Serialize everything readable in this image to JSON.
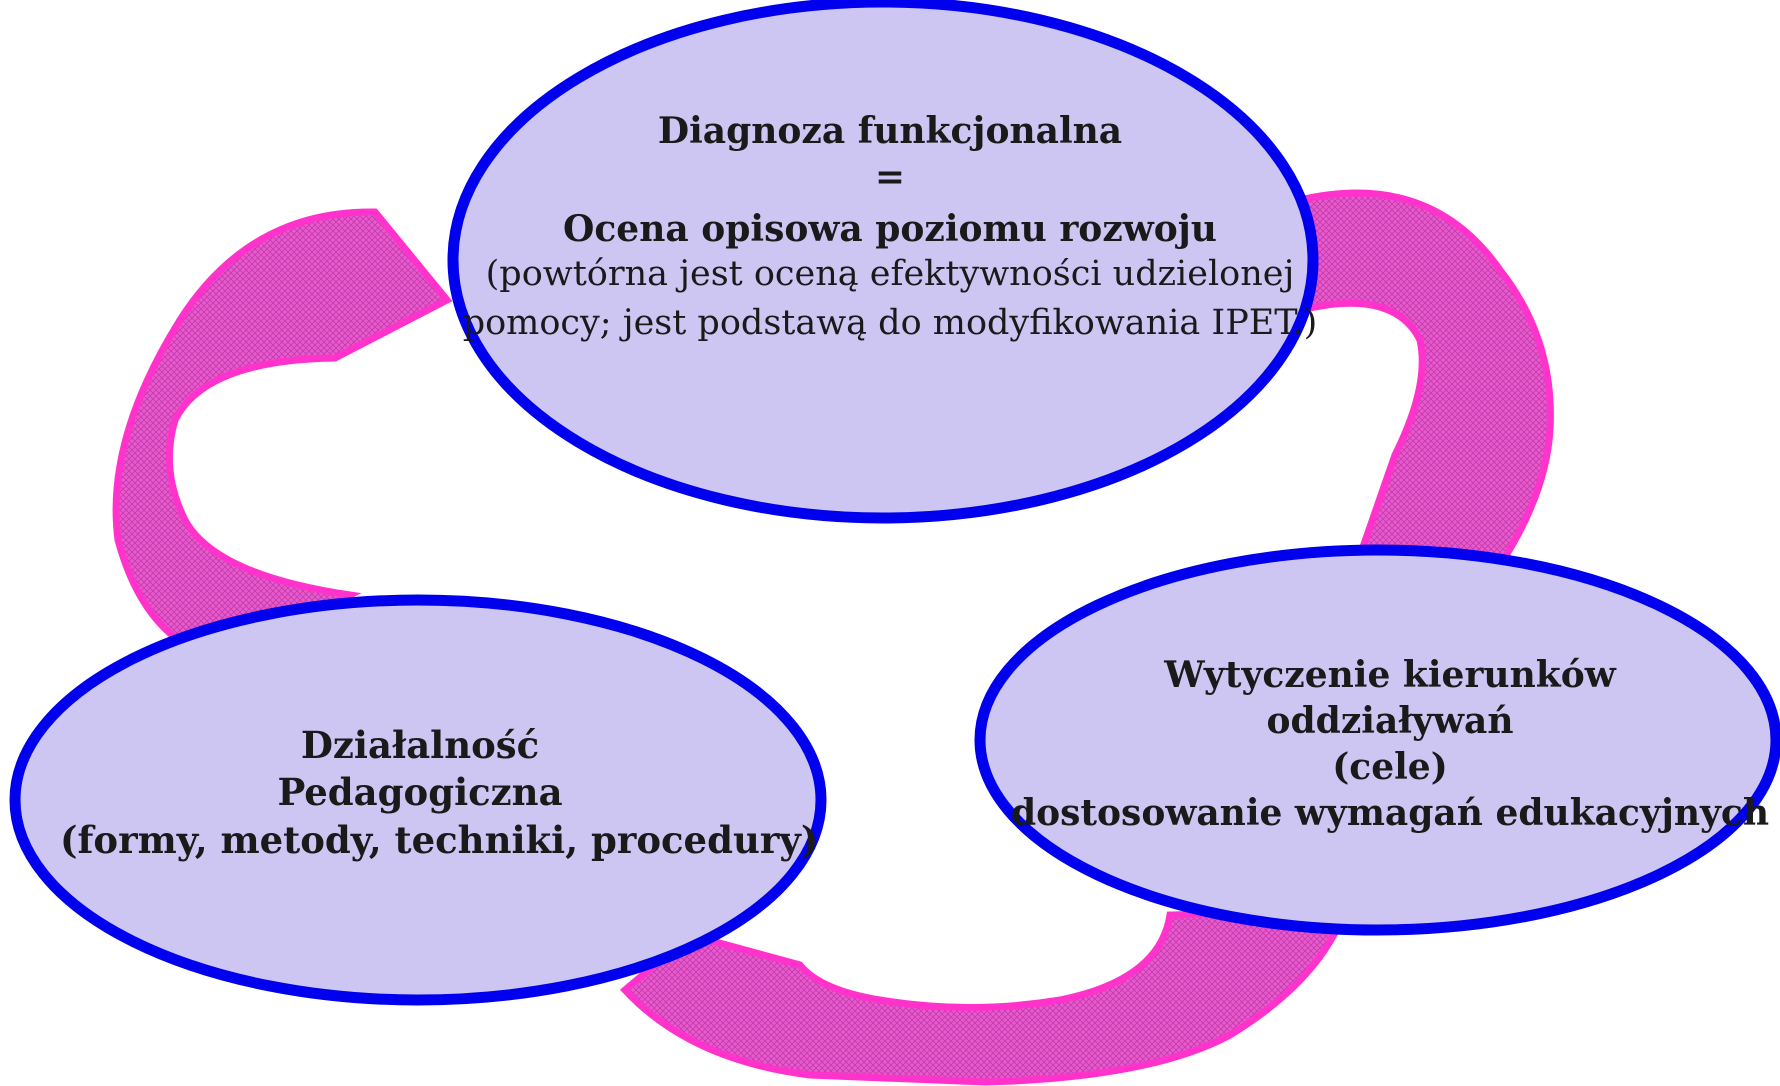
{
  "colors": {
    "ribbon_fill": "#e75ad0",
    "ribbon_stroke": "#ff33cc",
    "ribbon_hatch": "#c43aa8",
    "ellipse_fill": "#cdc6f3",
    "ellipse_stroke": "#0000ee"
  },
  "nodes": {
    "top": {
      "title": "Diagnoza funkcjonalna",
      "equals": "=",
      "subtitle": "Ocena opisowa poziomu rozwoju",
      "note_line1": "(powtórna jest oceną efektywności udzielonej",
      "note_line2": "pomocy; jest podstawą do modyfikowania IPET.)"
    },
    "right": {
      "line1": "Wytyczenie kierunków",
      "line2": "oddziaływań",
      "line3": "(cele)",
      "line4": "dostosowanie wymagań edukacyjnych"
    },
    "left": {
      "line1": "Działalność",
      "line2": "Pedagogiczna",
      "line3": "(formy, metody, techniki, procedury)"
    }
  }
}
